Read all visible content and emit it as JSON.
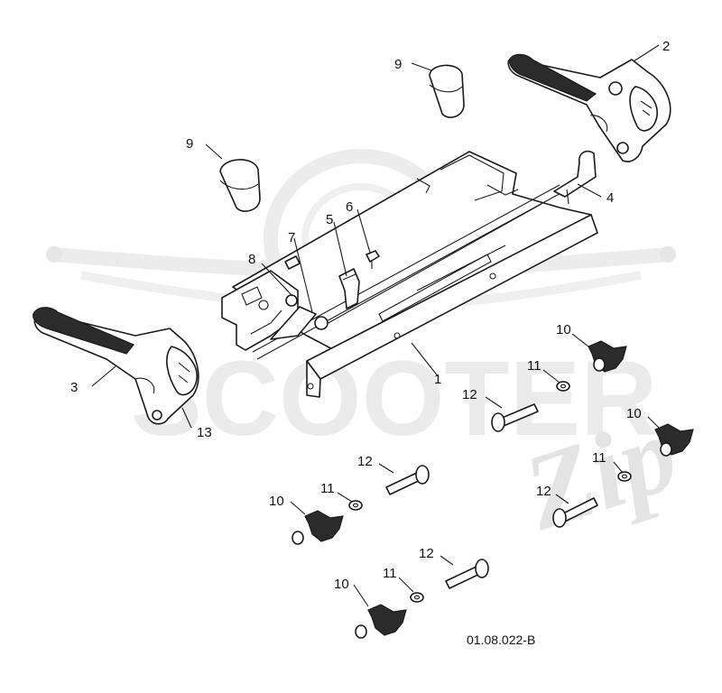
{
  "diagram": {
    "drawing_code": "01.08.022-B",
    "watermark": {
      "text": "SCOOTER",
      "script": "Zip"
    },
    "callouts": {
      "c1": "1",
      "c2": "2",
      "c3": "3",
      "c4": "4",
      "c5": "5",
      "c6": "6",
      "c7": "7",
      "c8": "8",
      "c9a": "9",
      "c9b": "9",
      "c10a": "10",
      "c10b": "10",
      "c10c": "10",
      "c10d": "10",
      "c11a": "11",
      "c11b": "11",
      "c11c": "11",
      "c11d": "11",
      "c12a": "12",
      "c12b": "12",
      "c12c": "12",
      "c12d": "12",
      "c13": "13"
    }
  }
}
